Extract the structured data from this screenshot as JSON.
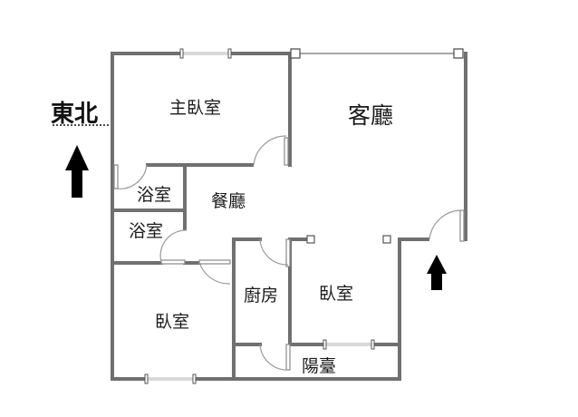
{
  "compass": {
    "label": "東北"
  },
  "rooms": {
    "master_bedroom": "主臥室",
    "living_room": "客廳",
    "bath_1": "浴室",
    "bath_2": "浴室",
    "dining": "餐廳",
    "kitchen": "廚房",
    "bedroom_center": "臥室",
    "bedroom_left": "臥室",
    "balcony": "陽臺"
  },
  "colors": {
    "wall": "#707070",
    "door": "#9a9a9a",
    "arrow": "#000000"
  },
  "icons": {
    "north_arrow": "arrow-up-icon",
    "entrance_arrow": "arrow-up-icon"
  }
}
